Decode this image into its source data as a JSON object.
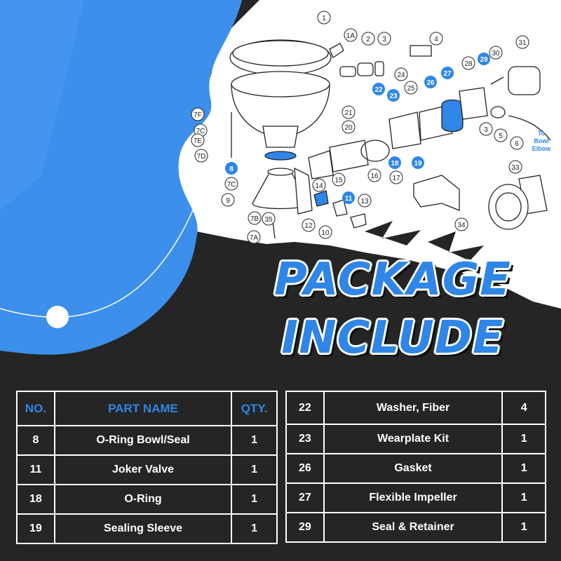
{
  "colors": {
    "accent": "#2f86e6",
    "dark": "#252525",
    "white": "#ffffff"
  },
  "headline": {
    "line1": "PACKAGE",
    "line2": "INCLUDE"
  },
  "diagram": {
    "callouts": [
      "1",
      "1A",
      "2",
      "3",
      "4",
      "31",
      "30",
      "29",
      "28",
      "27",
      "26",
      "25",
      "24",
      "23",
      "22",
      "21",
      "20",
      "19",
      "18",
      "17",
      "16",
      "15",
      "14",
      "13",
      "12",
      "11",
      "10",
      "9",
      "8",
      "7F",
      "7C",
      "7E",
      "7D",
      "7C",
      "7B",
      "7A",
      "35",
      "34",
      "33",
      "3",
      "5",
      "6"
    ],
    "note": "To Bowl Elbow"
  },
  "table": {
    "headers": {
      "no": "NO.",
      "part": "PART NAME",
      "qty": "QTY."
    },
    "left_rows": [
      {
        "no": "8",
        "part": "O-Ring Bowl/Seal",
        "qty": "1"
      },
      {
        "no": "11",
        "part": "Joker Valve",
        "qty": "1"
      },
      {
        "no": "18",
        "part": "O-Ring",
        "qty": "1"
      },
      {
        "no": "19",
        "part": "Sealing Sleeve",
        "qty": "1"
      }
    ],
    "right_rows": [
      {
        "no": "22",
        "part": "Washer, Fiber",
        "qty": "4"
      },
      {
        "no": "23",
        "part": "Wearplate Kit",
        "qty": "1"
      },
      {
        "no": "26",
        "part": "Gasket",
        "qty": "1"
      },
      {
        "no": "27",
        "part": "Flexible Impeller",
        "qty": "1"
      },
      {
        "no": "29",
        "part": "Seal & Retainer",
        "qty": "1"
      }
    ]
  }
}
